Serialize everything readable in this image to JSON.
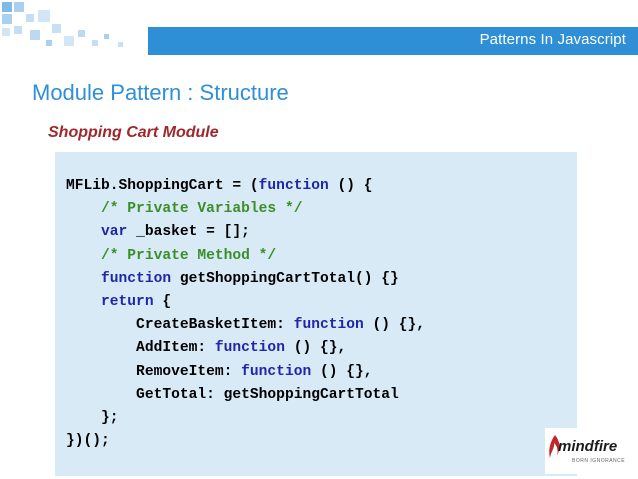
{
  "header": {
    "title": "Patterns In Javascript",
    "accent": "#2f8fd6"
  },
  "slide": {
    "title": "Module Pattern : Structure",
    "subtitle": "Shopping Cart Module"
  },
  "code": {
    "lines": [
      [
        {
          "t": "MFLib.ShoppingCart = (",
          "c": ""
        },
        {
          "t": "function",
          "c": "kw"
        },
        {
          "t": " () {",
          "c": ""
        }
      ],
      [
        {
          "t": "    ",
          "c": ""
        },
        {
          "t": "/* Private Variables */",
          "c": "cm"
        }
      ],
      [
        {
          "t": "    ",
          "c": ""
        },
        {
          "t": "var",
          "c": "kw"
        },
        {
          "t": " _basket = [];",
          "c": ""
        }
      ],
      [
        {
          "t": "    ",
          "c": ""
        },
        {
          "t": "/* Private Method */",
          "c": "cm"
        }
      ],
      [
        {
          "t": "    ",
          "c": ""
        },
        {
          "t": "function",
          "c": "kw"
        },
        {
          "t": " getShoppingCartTotal() {}",
          "c": ""
        }
      ],
      [
        {
          "t": "    ",
          "c": ""
        },
        {
          "t": "return",
          "c": "kw"
        },
        {
          "t": " {",
          "c": ""
        }
      ],
      [
        {
          "t": "        CreateBasketItem: ",
          "c": ""
        },
        {
          "t": "function",
          "c": "kw"
        },
        {
          "t": " () {},",
          "c": ""
        }
      ],
      [
        {
          "t": "        AddItem: ",
          "c": ""
        },
        {
          "t": "function",
          "c": "kw"
        },
        {
          "t": " () {},",
          "c": ""
        }
      ],
      [
        {
          "t": "        RemoveItem: ",
          "c": ""
        },
        {
          "t": "function",
          "c": "kw"
        },
        {
          "t": " () {},",
          "c": ""
        }
      ],
      [
        {
          "t": "        GetTotal: getShoppingCartTotal",
          "c": ""
        }
      ],
      [
        {
          "t": "    };",
          "c": ""
        }
      ],
      [
        {
          "t": "})();",
          "c": ""
        }
      ]
    ],
    "keyword_color": "#1f26a8",
    "comment_color": "#3b8e2a"
  },
  "logo": {
    "name": "mindfire",
    "tagline": "BORN IGNORANCE"
  }
}
